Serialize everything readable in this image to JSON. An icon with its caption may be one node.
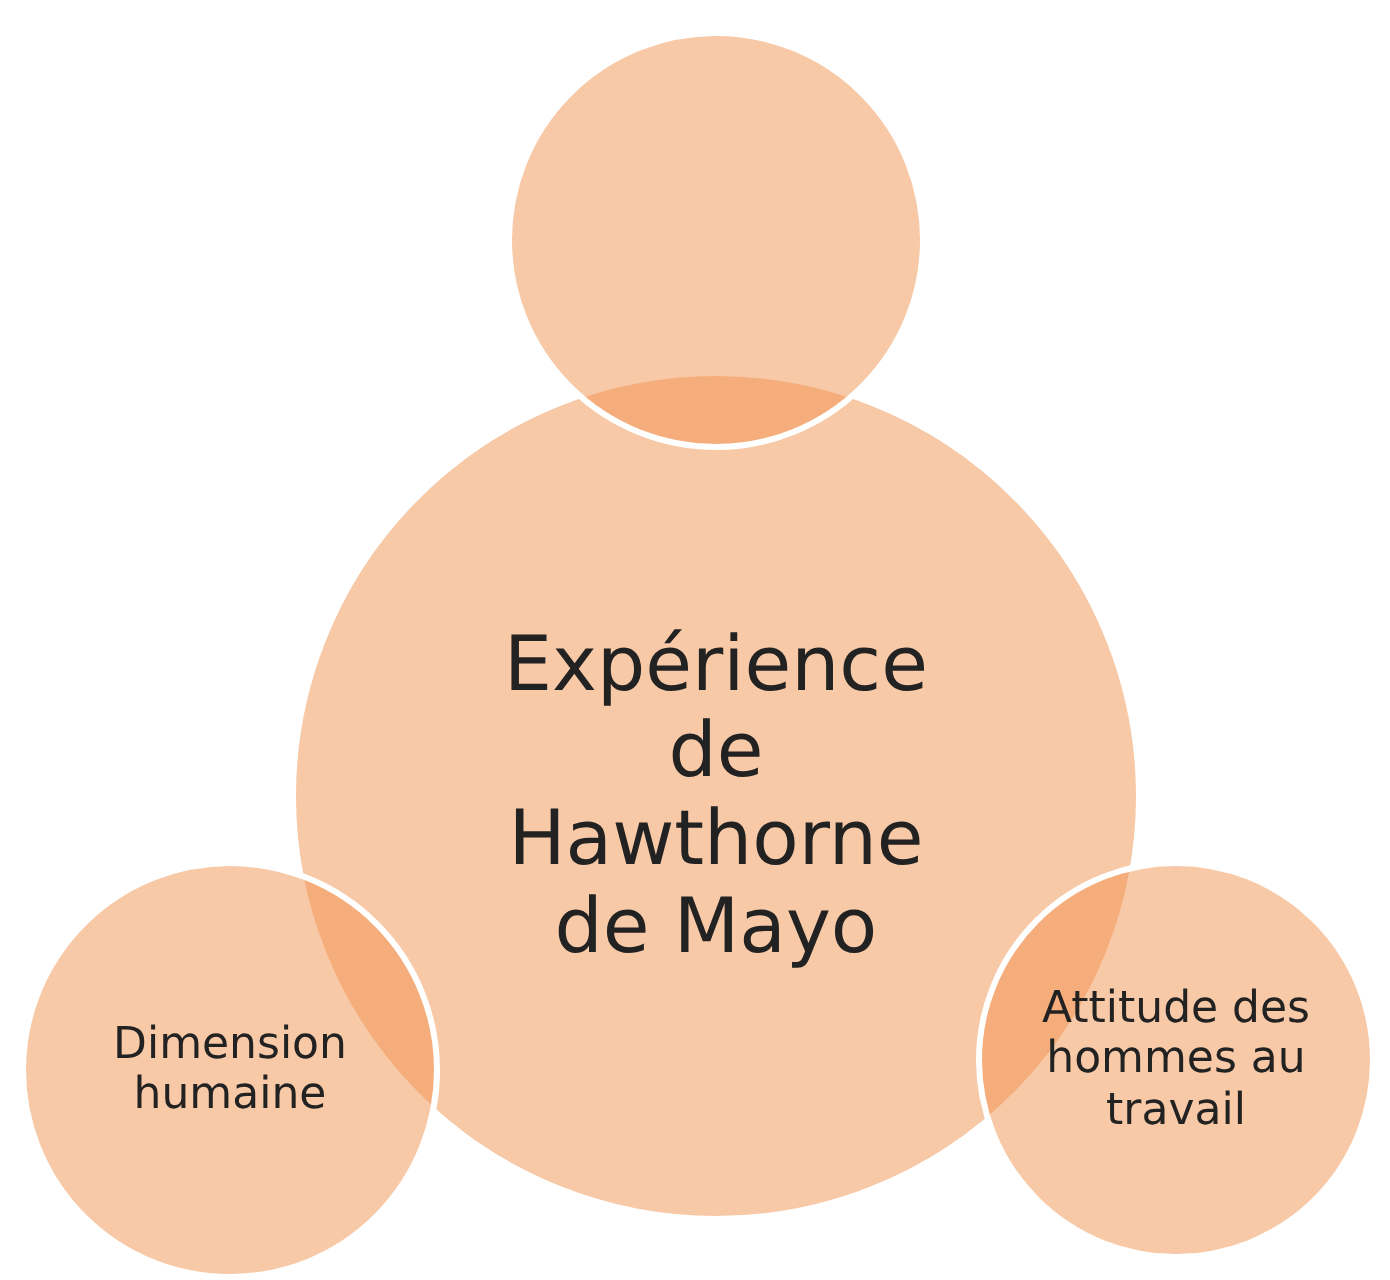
{
  "diagram": {
    "nodes": [
      {
        "text": [],
        "shape": "circle"
      },
      {
        "text": [
          "Expérience de Hawthorne de Mayo"
        ]
      },
      {
        "text": [
          "Dimension humaine"
        ]
      },
      {
        "text": [
          "Attitude des hommes au travail"
        ]
      }
    ]
  }
}
